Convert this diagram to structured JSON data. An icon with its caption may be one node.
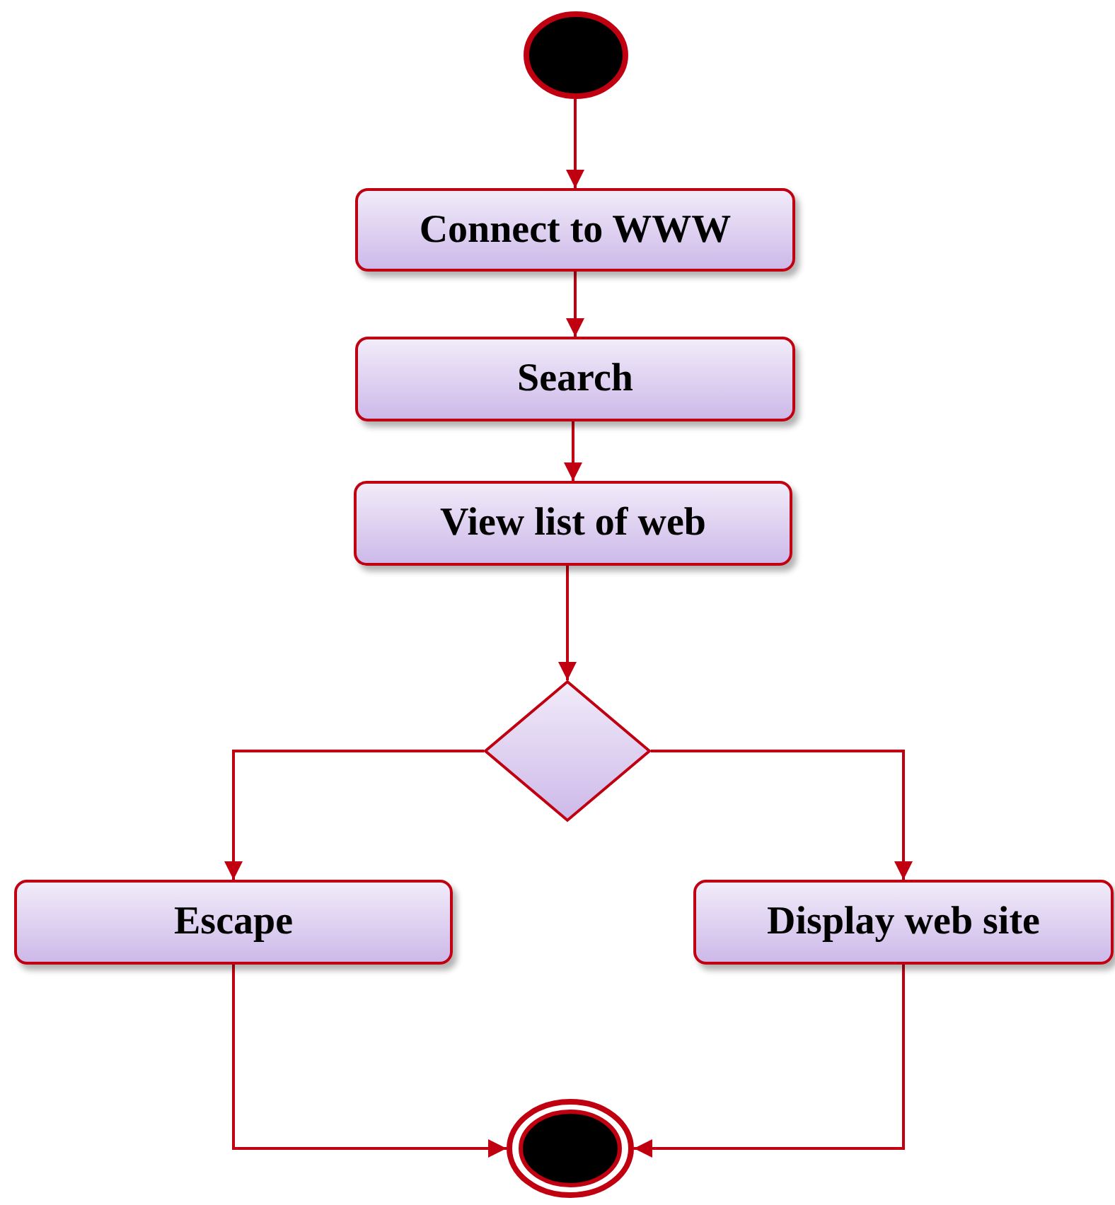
{
  "diagram": {
    "nodes": [
      {
        "text": [],
        "shape": "circle"
      },
      {
        "text": [
          "Connect to WWW"
        ]
      },
      {
        "text": [
          "Search"
        ]
      },
      {
        "text": [
          "View list of web"
        ]
      },
      {
        "text": [],
        "shape": "diamond"
      },
      {
        "text": [
          "Escape"
        ]
      },
      {
        "text": [
          "Display web site"
        ]
      },
      {
        "text": [],
        "shape": "circle"
      }
    ],
    "edges": [
      {
        "from": 0,
        "to": 1,
        "arrow": "to"
      },
      {
        "from": 1,
        "to": 2,
        "arrow": "to"
      },
      {
        "from": 2,
        "to": 3,
        "arrow": "to"
      },
      {
        "from": 3,
        "to": 4,
        "arrow": "to"
      },
      {
        "from": 4,
        "to": 5,
        "arrow": "to"
      },
      {
        "from": 4,
        "to": 6,
        "arrow": "to"
      },
      {
        "from": 5,
        "to": 7,
        "arrow": "to"
      },
      {
        "from": 6,
        "to": 7,
        "arrow": "to"
      }
    ]
  }
}
